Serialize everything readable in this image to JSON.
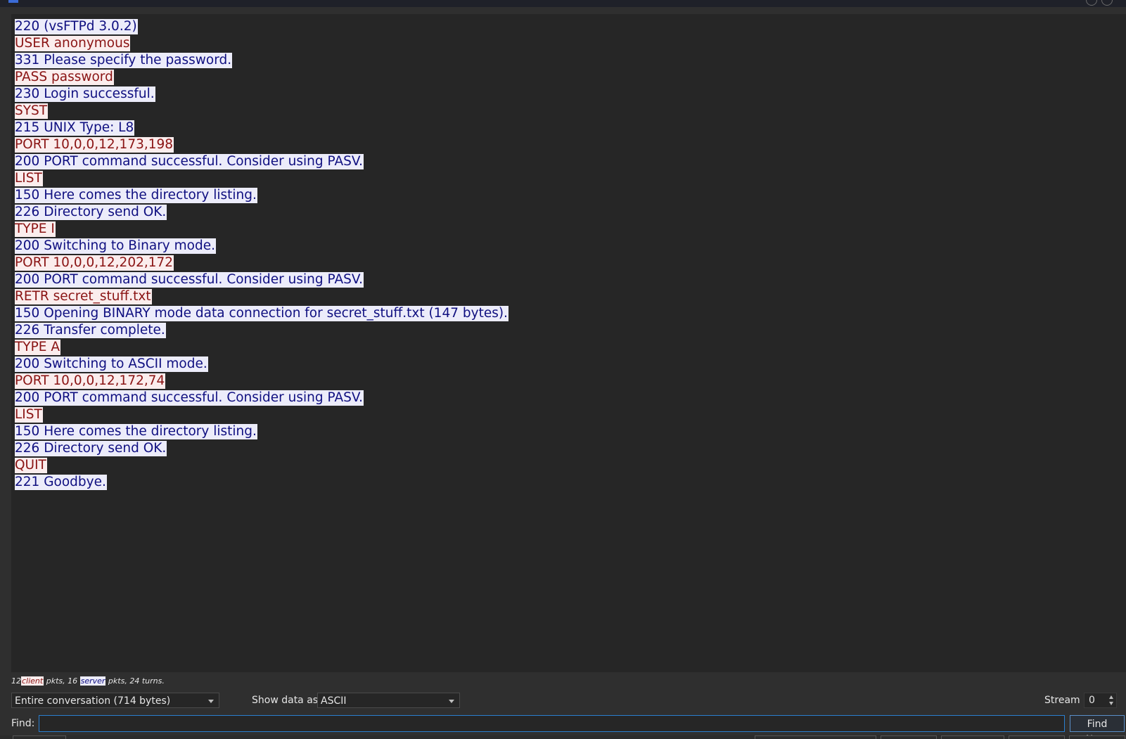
{
  "stream": {
    "lines": [
      {
        "text": "220 (vsFTPd 3.0.2)",
        "side": "server"
      },
      {
        "text": "USER anonymous",
        "side": "client"
      },
      {
        "text": "331 Please specify the password.",
        "side": "server"
      },
      {
        "text": "PASS password",
        "side": "client"
      },
      {
        "text": "230 Login successful.",
        "side": "server"
      },
      {
        "text": "SYST",
        "side": "client"
      },
      {
        "text": "215 UNIX Type: L8",
        "side": "server"
      },
      {
        "text": "PORT 10,0,0,12,173,198",
        "side": "client"
      },
      {
        "text": "200 PORT command successful. Consider using PASV.",
        "side": "server"
      },
      {
        "text": "LIST",
        "side": "client"
      },
      {
        "text": "150 Here comes the directory listing.",
        "side": "server"
      },
      {
        "text": "226 Directory send OK.",
        "side": "server"
      },
      {
        "text": "TYPE I",
        "side": "client"
      },
      {
        "text": "200 Switching to Binary mode.",
        "side": "server"
      },
      {
        "text": "PORT 10,0,0,12,202,172",
        "side": "client"
      },
      {
        "text": "200 PORT command successful. Consider using PASV.",
        "side": "server"
      },
      {
        "text": "RETR secret_stuff.txt",
        "side": "client"
      },
      {
        "text": "150 Opening BINARY mode data connection for secret_stuff.txt (147 bytes).",
        "side": "server"
      },
      {
        "text": "226 Transfer complete.",
        "side": "server"
      },
      {
        "text": "TYPE A",
        "side": "client"
      },
      {
        "text": "200 Switching to ASCII mode.",
        "side": "server"
      },
      {
        "text": "PORT 10,0,0,12,172,74",
        "side": "client"
      },
      {
        "text": "200 PORT command successful. Consider using PASV.",
        "side": "server"
      },
      {
        "text": "LIST",
        "side": "client"
      },
      {
        "text": "150 Here comes the directory listing.",
        "side": "server"
      },
      {
        "text": "226 Directory send OK.",
        "side": "server"
      },
      {
        "text": "QUIT",
        "side": "client"
      },
      {
        "text": "221 Goodbye.",
        "side": "server"
      }
    ]
  },
  "stats": {
    "client_count": "12",
    "client_label": "client",
    "mid_text": " pkts, 16 ",
    "server_label": "server",
    "tail_text": " pkts, 24 turns."
  },
  "controls": {
    "conversation_select": "Entire conversation (714 bytes)",
    "show_data_label": "Show data as",
    "show_data_select": "ASCII",
    "stream_label": "Stream",
    "stream_value": "0",
    "find_label": "Find:",
    "find_value": "",
    "find_next_label": "Find Next"
  },
  "colors": {
    "client_bg": "#fbeded",
    "client_fg": "#8a1414",
    "server_bg": "#ececfa",
    "server_fg": "#0f0f80",
    "focus_border": "#2a7fd0"
  }
}
